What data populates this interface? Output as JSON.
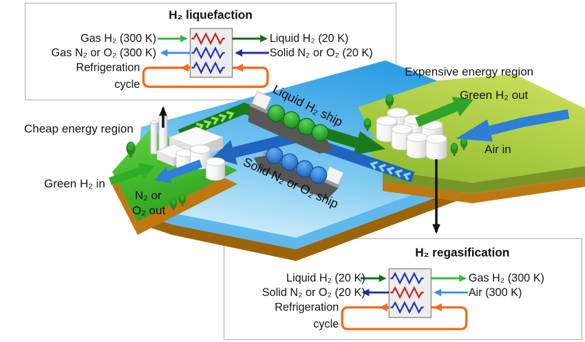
{
  "liquefaction": {
    "title": "H₂ liquefaction",
    "gas_h2_in": "Gas H₂ (300 K)",
    "liquid_h2_out": "Liquid H₂ (20 K)",
    "gas_n2_o2_out": "Gas N₂ or O₂ (300 K)",
    "solid_n2_o2_in": "Solid N₂ or O₂ (20 K)",
    "refrig_line1": "Refrigeration",
    "refrig_line2": "cycle"
  },
  "regasification": {
    "title": "H₂ regasification",
    "liquid_h2_in": "Liquid H₂ (20 K)",
    "gas_h2_out": "Gas H₂ (300 K)",
    "solid_n2_o2_out": "Solid N₂ or O₂ (20 K)",
    "air_in": "Air (300 K)",
    "refrig_line1": "Refrigeration",
    "refrig_line2": "cycle"
  },
  "scene": {
    "cheap_region": "Cheap energy region",
    "expensive_region": "Expensive energy region",
    "green_h2_in": "Green H₂ in",
    "n2_o2_out_line1": "N₂ or",
    "n2_o2_out_line2": "O₂ out",
    "green_h2_out": "Green H₂ out",
    "air_in": "Air in",
    "liquid_ship": "Liquid H₂ ship",
    "solid_ship": "Solid N₂ or O₂ ship"
  },
  "colors": {
    "sea_deep": "#2f9fe4",
    "sea_shallow": "#d4f0fc",
    "cheap_land_green": "#3db52c",
    "expensive_land_green": "#a9cc41",
    "soil_brown": "#bd7812",
    "lane_green": "#1a7a1a",
    "lane_blue": "#1f64be",
    "arrow_light_green": "#3cb93c",
    "arrow_dark_green": "#156e15",
    "arrow_light_blue": "#3d8ee8",
    "arrow_dark_blue": "#1c2da8",
    "refrigeration_orange": "#f26b1c",
    "exchanger_red": "#cc2222",
    "exchanger_blue": "#2233bb"
  }
}
